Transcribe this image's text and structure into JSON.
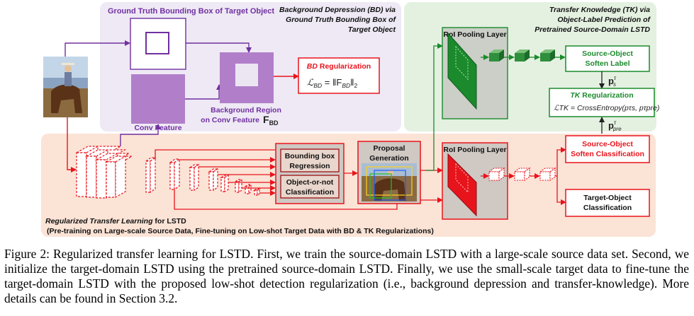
{
  "bd_panel": {
    "gt_box_label": "Ground Truth Bounding Box of Target Object",
    "title_l1": "Background Depression (BD) via",
    "title_l2": "Ground Truth Bounding Box of",
    "title_l3": "Target Object",
    "conv_feature_label": "Conv Feature",
    "bg_region_l1": "Background Region",
    "bg_region_l2": "on Conv Feature",
    "bg_region_sym": "F",
    "bg_region_sub": "BD",
    "reg_title": "BD Regularization",
    "reg_formula_lhs": "ℒ",
    "reg_formula_sub": "BD",
    "reg_formula_rhs": " = ‖F",
    "reg_formula_rsub": "BD",
    "reg_formula_end": "‖",
    "reg_formula_norm": "2"
  },
  "tk_panel": {
    "title_l1": "Transfer Knowledge (TK) via",
    "title_l2": "Object-Label Prediction of",
    "title_l3": "Pretrained Source-Domain LSTD",
    "roi_label": "RoI Pooling Layer",
    "soft_label_l1": "Source-Object",
    "soft_label_l2": "Soften Label",
    "ps_sym": "p",
    "ps_sup": "τ",
    "ps_sub": "s",
    "reg_title": "TK Regularization",
    "reg_formula": "ℒTK = CrossEntropy(pτs, pτpre)",
    "ppre_sym": "p",
    "ppre_sup": "τ",
    "ppre_sub": "pre"
  },
  "main_panel": {
    "bbox_l1": "Bounding box",
    "bbox_l2": "Regression",
    "obj_l1": "Object-or-not",
    "obj_l2": "Classification",
    "proposal_l1": "Proposal",
    "proposal_l2": "Generation",
    "roi_label": "RoI Pooling Layer",
    "soft_cls_l1": "Source-Object",
    "soft_cls_l2": "Soften Classification",
    "target_cls_l1": "Target-Object",
    "target_cls_l2": "Classification",
    "title_bold": "Regularized Transfer Learning",
    "title_rest": " for LSTD",
    "subtitle": "(Pre-training on Large-scale Source Data,  Fine-tuning on Low-shot Target Data with BD & TK Regularizations)"
  },
  "caption": "Figure 2: Regularized transfer learning for LSTD. First, we train the source-domain LSTD with a large-scale source data set. Second, we initialize the target-domain LSTD using the pretrained source-domain LSTD. Finally, we use the small-scale target data to fine-tune the target-domain LSTD with the proposed low-shot detection regularization (i.e., background depression and transfer-knowledge). More details can be found in Section 3.2.",
  "colors": {
    "bd_bg": "#eee9f5",
    "tk_bg": "#e4f1e1",
    "main_bg": "#fbe3d6",
    "red": "#e8141c",
    "green": "#1b8a2d",
    "purple": "#7030a0",
    "purple_fill": "#b17fc9",
    "dark_red": "#a11e22"
  }
}
